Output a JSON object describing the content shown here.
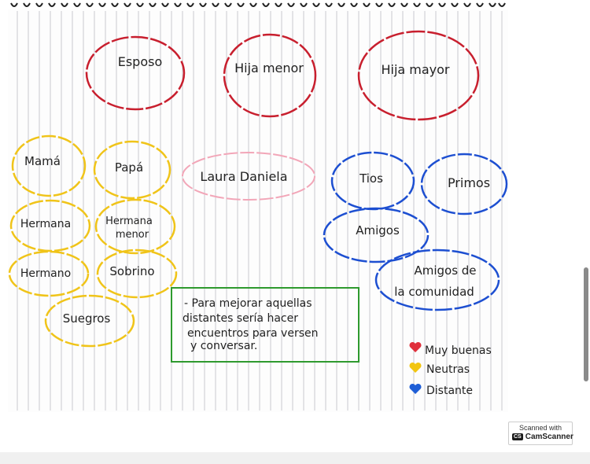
{
  "family_map": {
    "center": "Laura Daniela",
    "very_good": [
      "Esposo",
      "Hija menor",
      "Hija mayor"
    ],
    "neutral": [
      "Mamá",
      "Papá",
      "Hermana",
      "Hermana menor",
      "Hermano",
      "Sobrino",
      "Suegros"
    ],
    "distant": [
      "Tios",
      "Primos",
      "Amigos",
      "Amigos de la comunidad"
    ]
  },
  "note": {
    "bullet": "-",
    "text": "Para mejorar aquellas distantes sería hacer encuentros para versen y conversar."
  },
  "legend": [
    {
      "label": "Muy buenas",
      "color": "#e0303c"
    },
    {
      "label": "Neutras",
      "color": "#f2c50f"
    },
    {
      "label": "Distante",
      "color": "#1f5ed6"
    }
  ],
  "colors": {
    "very_good": "#c81f2e",
    "neutral": "#f0c419",
    "distant": "#1d4fd1",
    "center": "#f2a6b8",
    "note_border": "#2e9a2e"
  },
  "watermark": {
    "line1": "Scanned with",
    "line2": "CamScanner",
    "logo": "CS"
  }
}
